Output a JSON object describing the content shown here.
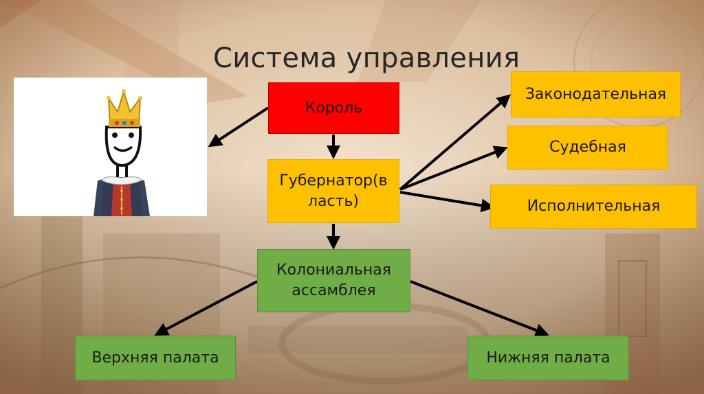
{
  "slide": {
    "title": "Система управления"
  },
  "nodes": {
    "king": "Король",
    "governor": "Губернатор(в\nласть)",
    "legislative": "Законодательная",
    "judicial": "Судебная",
    "executive": "Исполнительная",
    "assembly": "Колониальная\nассамблея",
    "upper_house": "Верхняя палата",
    "lower_house": "Нижняя палата"
  },
  "colors": {
    "king": "#ff0000",
    "branch": "#ffc000",
    "assembly": "#70ad47"
  },
  "illustration": {
    "icon": "king-with-crown-icon"
  }
}
